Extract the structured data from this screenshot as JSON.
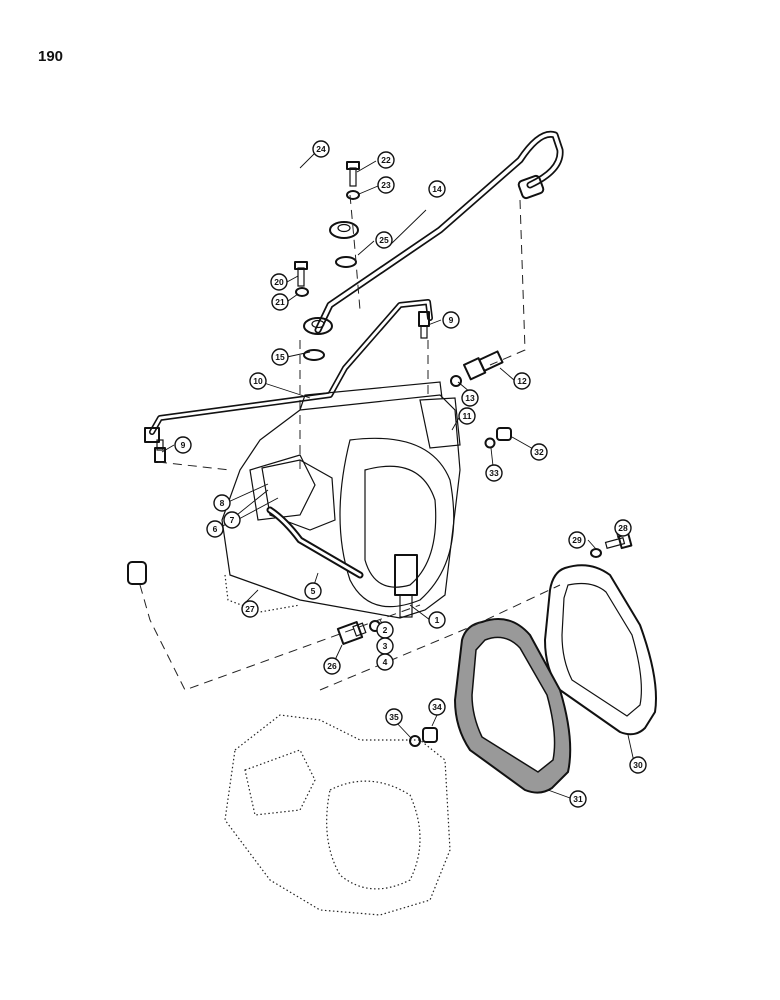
{
  "page": {
    "number": "190"
  },
  "callouts": [
    {
      "label": "1"
    },
    {
      "label": "2"
    },
    {
      "label": "3"
    },
    {
      "label": "4"
    },
    {
      "label": "5"
    },
    {
      "label": "6"
    },
    {
      "label": "7"
    },
    {
      "label": "8"
    },
    {
      "label": "9"
    },
    {
      "label": "9"
    },
    {
      "label": "10"
    },
    {
      "label": "11"
    },
    {
      "label": "12"
    },
    {
      "label": "13"
    },
    {
      "label": "14"
    },
    {
      "label": "15"
    },
    {
      "label": "20"
    },
    {
      "label": "21"
    },
    {
      "label": "22"
    },
    {
      "label": "23"
    },
    {
      "label": "24"
    },
    {
      "label": "25"
    },
    {
      "label": "26"
    },
    {
      "label": "27"
    },
    {
      "label": "28"
    },
    {
      "label": "29"
    },
    {
      "label": "30"
    },
    {
      "label": "31"
    },
    {
      "label": "32"
    },
    {
      "label": "33"
    },
    {
      "label": "34"
    },
    {
      "label": "35"
    }
  ]
}
